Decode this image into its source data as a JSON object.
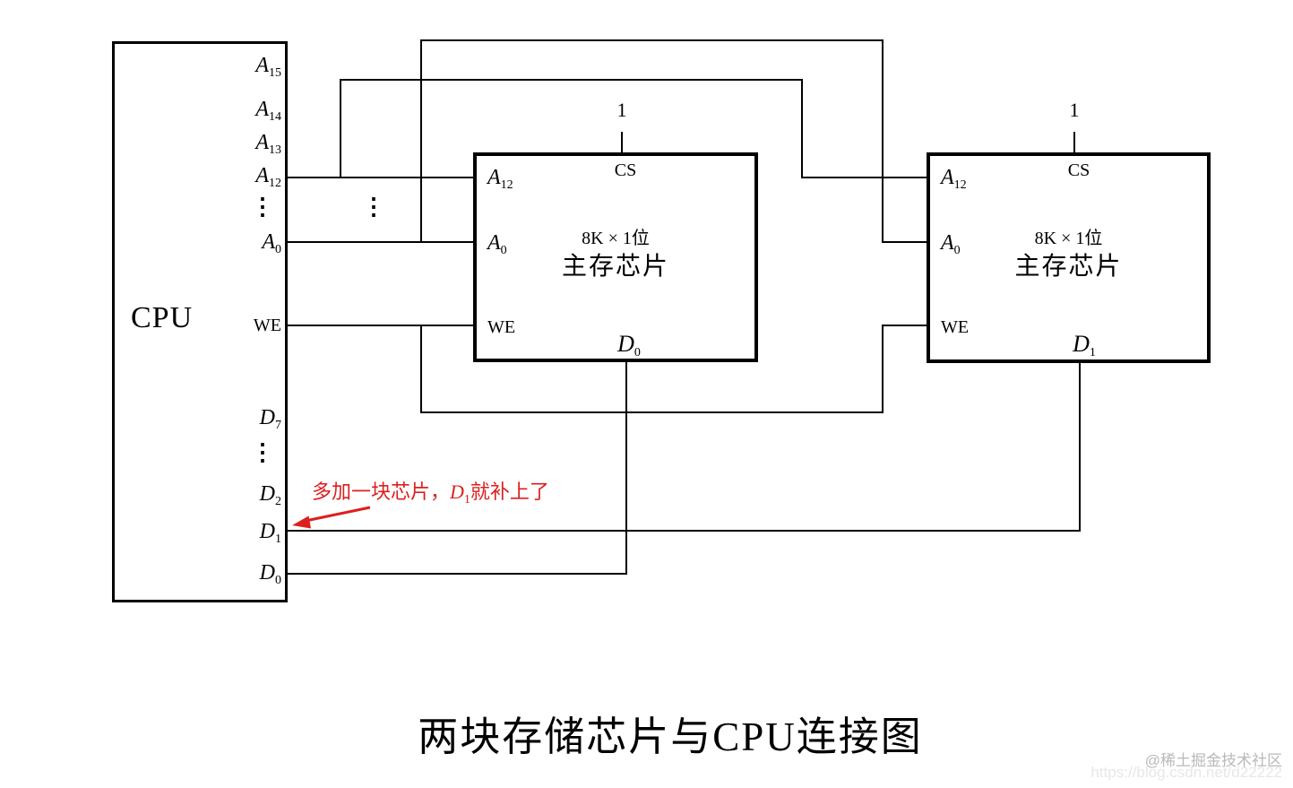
{
  "colors": {
    "line": "#000000",
    "annotation_red": "#dd1f1f",
    "watermark_gray": "#b9b9b9",
    "watermark_light": "#e9e6e6"
  },
  "cpu": {
    "label": "CPU",
    "pins": [
      {
        "base": "A",
        "sub": "15"
      },
      {
        "base": "A",
        "sub": "14"
      },
      {
        "base": "A",
        "sub": "13"
      },
      {
        "base": "A",
        "sub": "12"
      },
      {
        "base": "A",
        "sub": "0"
      },
      {
        "base": "WE",
        "sub": ""
      },
      {
        "base": "D",
        "sub": "7"
      },
      {
        "base": "D",
        "sub": "2"
      },
      {
        "base": "D",
        "sub": "1"
      },
      {
        "base": "D",
        "sub": "0"
      }
    ]
  },
  "ellipsis_vertical": "⋮",
  "chips": [
    {
      "select_value": "1",
      "cs_label": "CS",
      "pin_a_hi": {
        "base": "A",
        "sub": "12"
      },
      "pin_a_lo": {
        "base": "A",
        "sub": "0"
      },
      "pin_we": "WE",
      "capacity": "8K × 1位",
      "chip_name": "主存芯片",
      "pin_data": {
        "base": "D",
        "sub": "0"
      }
    },
    {
      "select_value": "1",
      "cs_label": "CS",
      "pin_a_hi": {
        "base": "A",
        "sub": "12"
      },
      "pin_a_lo": {
        "base": "A",
        "sub": "0"
      },
      "pin_we": "WE",
      "capacity": "8K × 1位",
      "chip_name": "主存芯片",
      "pin_data": {
        "base": "D",
        "sub": "1"
      }
    }
  ],
  "annotation": {
    "prefix": "多加一块芯片，",
    "pin_base": "D",
    "pin_sub": "1",
    "suffix": "就补上了"
  },
  "title": "两块存储芯片与CPU连接图",
  "watermark": {
    "line1": "@稀土掘金技术社区",
    "line2": "https://blog.csdn.net/d22222"
  }
}
